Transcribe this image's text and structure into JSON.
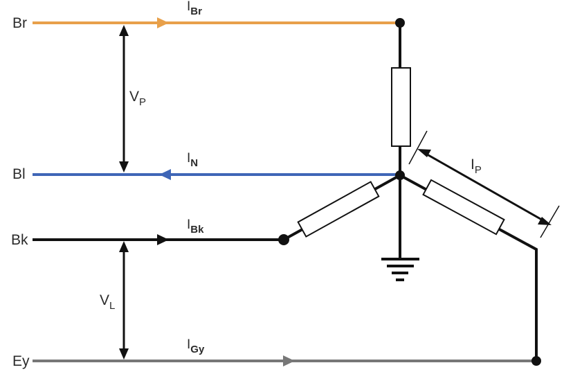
{
  "lines": {
    "br": {
      "label": "Br",
      "current_main": "I",
      "current_sub": "Br",
      "color": "#E8A04A"
    },
    "bl": {
      "label": "Bl",
      "current_main": "I",
      "current_sub": "N",
      "color": "#3F66B7"
    },
    "bk": {
      "label": "Bk",
      "current_main": "I",
      "current_sub": "Bk",
      "color": "#111111"
    },
    "ey": {
      "label": "Ey",
      "current_main": "I",
      "current_sub": "Gy",
      "color": "#777777"
    }
  },
  "voltages": {
    "phase": {
      "main": "V",
      "sub": "P"
    },
    "line": {
      "main": "V",
      "sub": "L"
    }
  },
  "phase_current": {
    "main": "I",
    "sub": "P"
  },
  "colors": {
    "wire": "#111111",
    "resistor_fill": "#ffffff",
    "background": "#ffffff"
  }
}
